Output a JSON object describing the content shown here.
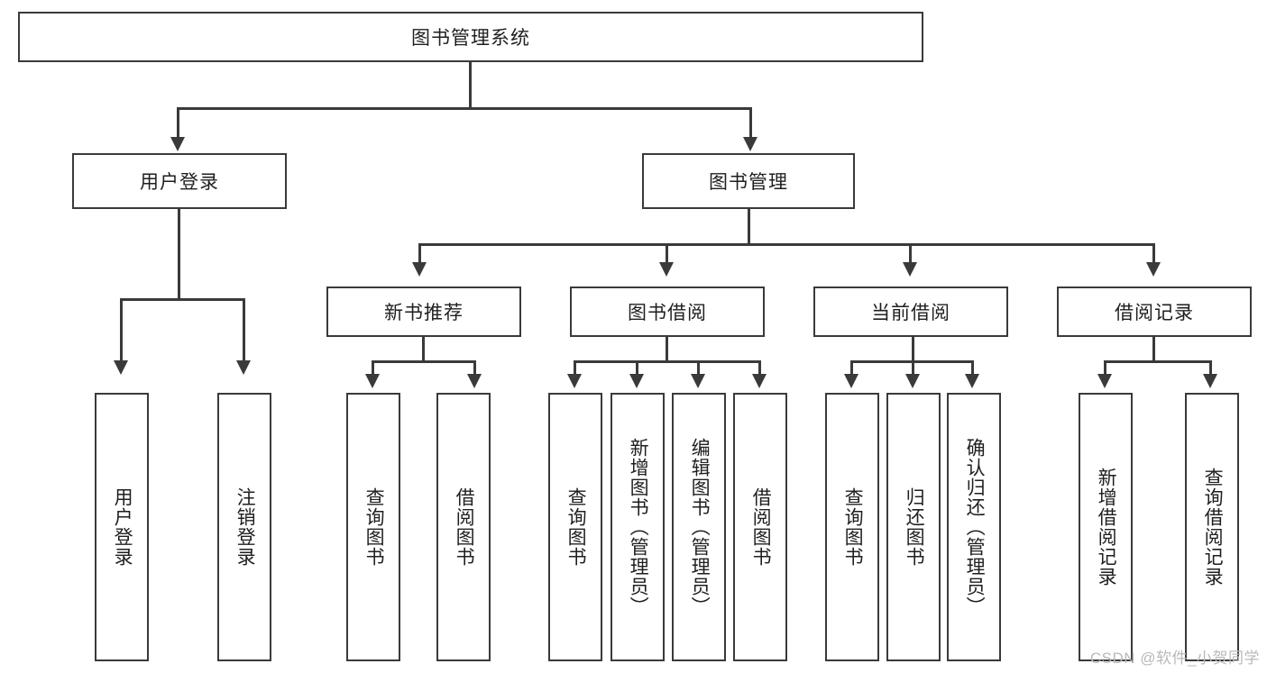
{
  "diagram": {
    "title": "图书管理系统",
    "type": "tree-hierarchy-chart",
    "root": {
      "label": "图书管理系统"
    },
    "level1": [
      {
        "label": "用户登录"
      },
      {
        "label": "图书管理"
      }
    ],
    "level2": [
      {
        "label": "新书推荐"
      },
      {
        "label": "图书借阅"
      },
      {
        "label": "当前借阅"
      },
      {
        "label": "借阅记录"
      }
    ],
    "leaves": {
      "user_login": [
        {
          "label": "用户登录"
        },
        {
          "label": "注销登录"
        }
      ],
      "new_book_recommend": [
        {
          "label": "查询图书"
        },
        {
          "label": "借阅图书"
        }
      ],
      "book_borrow": [
        {
          "label": "查询图书"
        },
        {
          "label": "新增图书（管理员）"
        },
        {
          "label": "编辑图书（管理员）"
        },
        {
          "label": "借阅图书"
        }
      ],
      "current_borrow": [
        {
          "label": "查询图书"
        },
        {
          "label": "归还图书"
        },
        {
          "label": "确认归还（管理员）"
        }
      ],
      "borrow_record": [
        {
          "label": "新增借阅记录"
        },
        {
          "label": "查询借阅记录"
        }
      ]
    }
  },
  "watermark": {
    "text": "CSDN @软件_小贺同学"
  },
  "colors": {
    "stroke": "#3a3a3a",
    "text": "#1f1f1f",
    "background": "#ffffff",
    "watermark": "#b9b9b9"
  }
}
